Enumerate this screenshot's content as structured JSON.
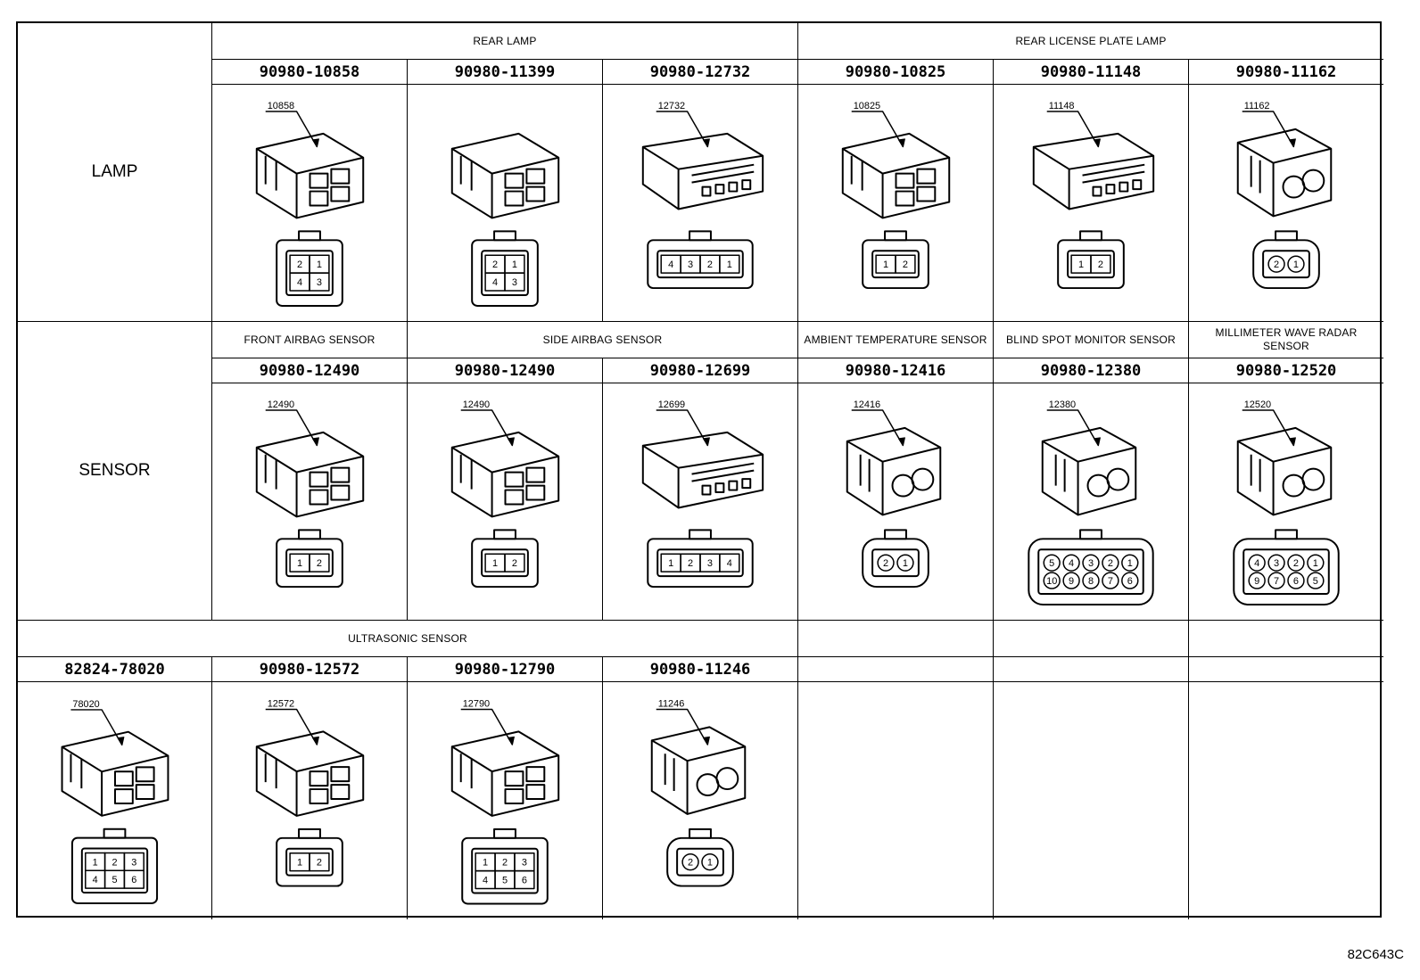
{
  "categories": {
    "lamp": "LAMP",
    "sensor": "SENSOR"
  },
  "groups": {
    "rear_lamp": "REAR LAMP",
    "rear_license_plate_lamp": "REAR LICENSE PLATE LAMP",
    "front_airbag_sensor": "FRONT AIRBAG SENSOR",
    "side_airbag_sensor": "SIDE AIRBAG SENSOR",
    "ambient_temperature_sensor": "AMBIENT TEMPERATURE SENSOR",
    "blind_spot_monitor_sensor": "BLIND SPOT MONITOR SENSOR",
    "millimeter_wave_radar_sensor": "MILLIMETER WAVE RADAR SENSOR",
    "ultrasonic_sensor": "ULTRASONIC SENSOR"
  },
  "connectors": [
    {
      "part": "90980-10858",
      "tag": "10858",
      "pins": [
        "2",
        "1",
        "4",
        "3"
      ]
    },
    {
      "part": "90980-11399",
      "tag": "",
      "pins": [
        "2",
        "1",
        "4",
        "3"
      ]
    },
    {
      "part": "90980-12732",
      "tag": "12732",
      "pins": [
        "4",
        "3",
        "2",
        "1"
      ]
    },
    {
      "part": "90980-10825",
      "tag": "10825",
      "pins": [
        "1",
        "2"
      ]
    },
    {
      "part": "90980-11148",
      "tag": "11148",
      "pins": [
        "1",
        "2"
      ]
    },
    {
      "part": "90980-11162",
      "tag": "11162",
      "pins": [
        "2",
        "1"
      ]
    },
    {
      "part": "90980-12490",
      "tag": "12490",
      "pins": [
        "1",
        "2"
      ]
    },
    {
      "part": "90980-12490",
      "tag": "12490",
      "pins": [
        "1",
        "2"
      ]
    },
    {
      "part": "90980-12699",
      "tag": "12699",
      "pins": [
        "1",
        "2",
        "3",
        "4"
      ]
    },
    {
      "part": "90980-12416",
      "tag": "12416",
      "pins": [
        "2",
        "1"
      ]
    },
    {
      "part": "90980-12380",
      "tag": "12380",
      "pins": [
        "5",
        "4",
        "3",
        "2",
        "1",
        "10",
        "9",
        "8",
        "7",
        "6"
      ]
    },
    {
      "part": "90980-12520",
      "tag": "12520",
      "pins": [
        "4",
        "3",
        "2",
        "1",
        "9",
        "7",
        "6",
        "5"
      ]
    },
    {
      "part": "82824-78020",
      "tag": "78020",
      "pins": [
        "1",
        "2",
        "3",
        "4",
        "5",
        "6"
      ]
    },
    {
      "part": "90980-12572",
      "tag": "12572",
      "pins": [
        "1",
        "2"
      ]
    },
    {
      "part": "90980-12790",
      "tag": "12790",
      "pins": [
        "1",
        "2",
        "3",
        "4",
        "5",
        "6"
      ]
    },
    {
      "part": "90980-11246",
      "tag": "11246",
      "pins": [
        "2",
        "1"
      ]
    }
  ],
  "diagram_code": "82C643C"
}
